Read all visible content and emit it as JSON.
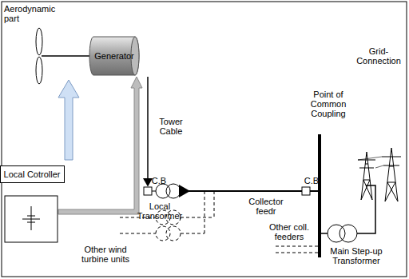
{
  "diagram": {
    "nodes": [
      {
        "text": [
          "Generator"
        ]
      },
      {
        "text": [
          "Local Cotroller"
        ]
      }
    ],
    "labels": [
      "Aerodynamic part",
      "Tower Cable",
      "C.B",
      "Local Transormer",
      "Point of Common Coupling",
      "C.B",
      "Collector feedr",
      "Grid-Connection",
      "Other coll. feeders",
      "Main Step-up Transformer",
      "Other wind turbine units"
    ]
  }
}
